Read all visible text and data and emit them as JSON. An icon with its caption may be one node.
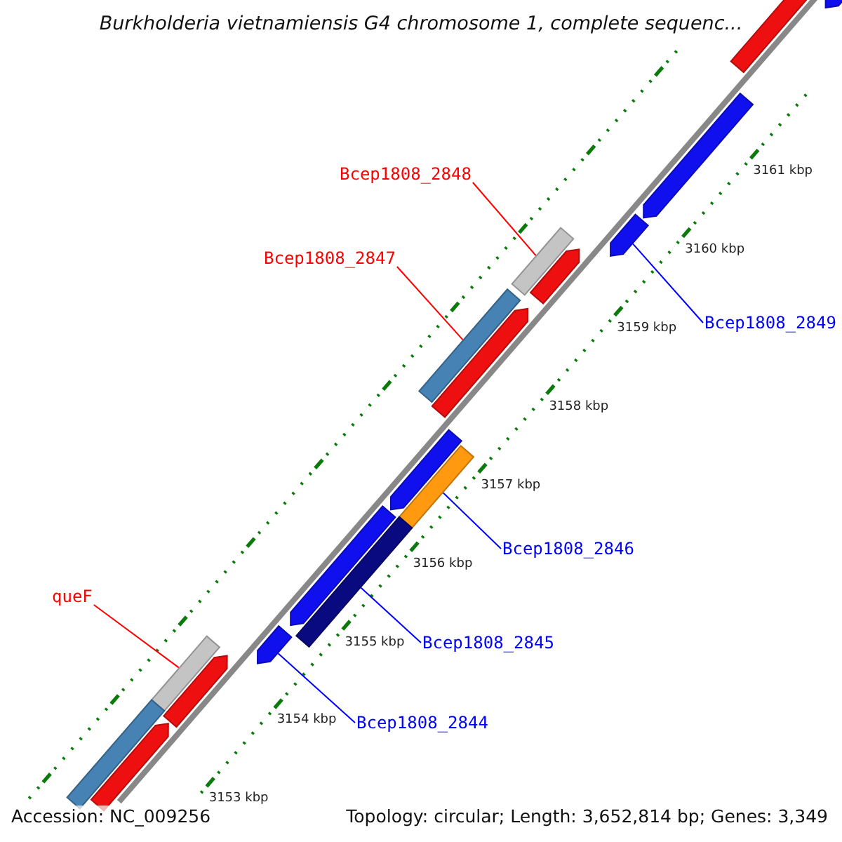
{
  "diagram": {
    "title": "Burkholderia vietnamiensis G4 chromosome 1, complete sequenc...",
    "nodes": [
      {
        "text": [
          "Bcep1808_2848"
        ]
      },
      {
        "text": [
          "Bcep1808_2847"
        ]
      },
      {
        "text": [
          "Bcep1808_2849"
        ]
      },
      {
        "text": [
          "Bcep1808_2846"
        ]
      },
      {
        "text": [
          "Bcep1808_2845"
        ]
      },
      {
        "text": [
          "queF"
        ]
      },
      {
        "text": [
          "Bcep1808_2844"
        ]
      },
      {
        "text": [],
        "shape": "pentagon"
      },
      {
        "text": [],
        "shape": "pentagon"
      },
      {
        "text": [],
        "shape": "pentagon"
      },
      {
        "text": [],
        "shape": "pentagon"
      },
      {
        "text": [],
        "shape": "bar"
      },
      {
        "text": [],
        "shape": "pentagon"
      },
      {
        "text": [],
        "shape": "bar"
      },
      {
        "text": [],
        "shape": "pentagon"
      },
      {
        "text": [],
        "shape": "pentagon"
      },
      {
        "text": [],
        "shape": "bar"
      },
      {
        "text": [],
        "shape": "pentagon"
      },
      {
        "text": [],
        "shape": "bar"
      },
      {
        "text": [],
        "shape": "pentagon"
      },
      {
        "text": [],
        "shape": "bar"
      },
      {
        "text": [],
        "shape": "pentagon"
      },
      {
        "text": [],
        "shape": "bar"
      },
      {
        "text": [],
        "shape": "pentagon"
      }
    ],
    "edges": [
      {
        "from": 0,
        "to": 11,
        "arrow": "none",
        "color": "#ff0000"
      },
      {
        "from": 1,
        "to": 13,
        "arrow": "none",
        "color": "#ff0000"
      },
      {
        "from": 2,
        "to": 10,
        "arrow": "none"
      },
      {
        "from": 3,
        "to": 16,
        "arrow": "none"
      },
      {
        "from": 4,
        "to": 18,
        "arrow": "none"
      },
      {
        "from": 5,
        "to": 20,
        "arrow": "none",
        "color": "#ff0000"
      },
      {
        "from": 6,
        "to": 19,
        "arrow": "none"
      }
    ],
    "labels": [
      "3161 kbp",
      "3160 kbp",
      "3159 kbp",
      "3158 kbp",
      "3157 kbp",
      "3156 kbp",
      "3155 kbp",
      "3154 kbp",
      "3153 kbp",
      "Accession: NC_009256",
      "Topology: circular; Length: 3,652,814 bp; Genes: 3,349"
    ]
  }
}
